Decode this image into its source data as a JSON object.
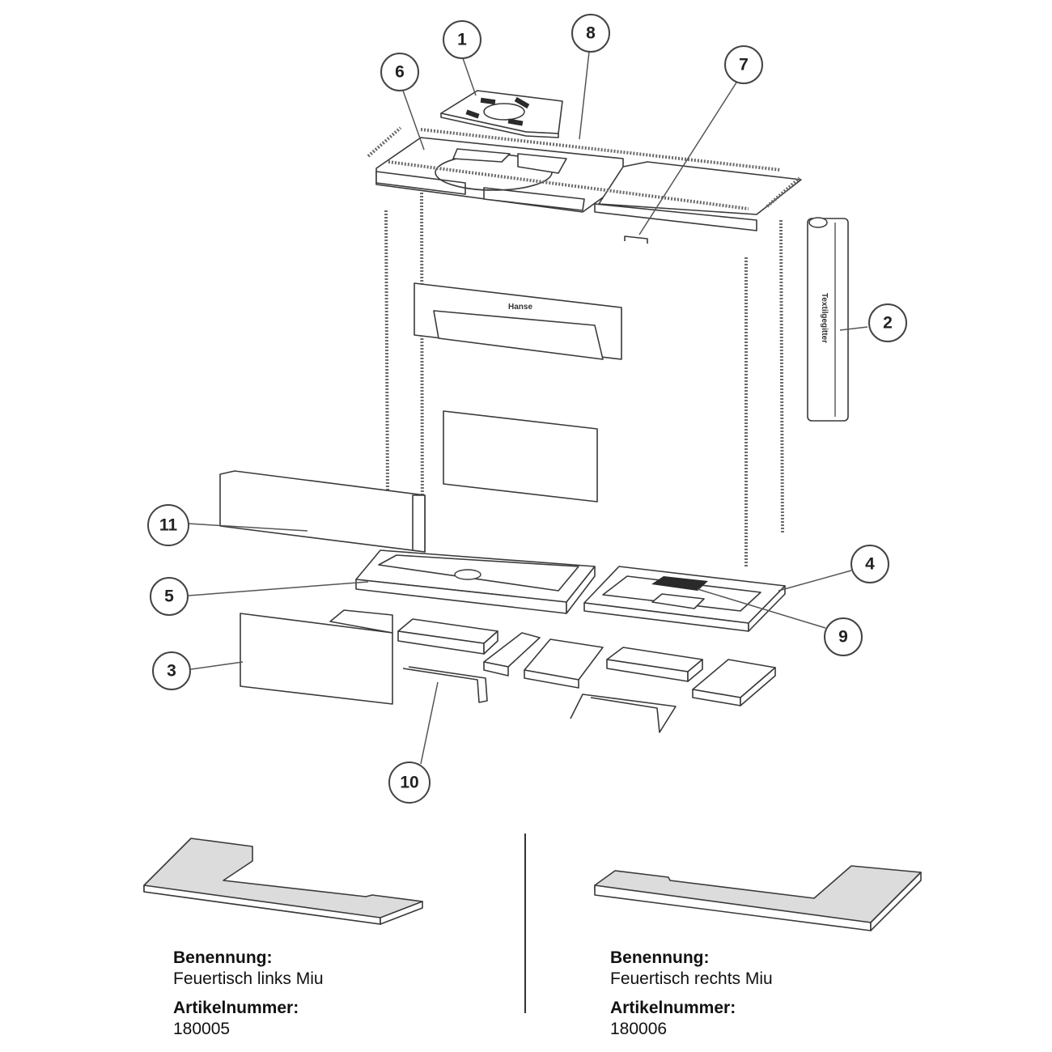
{
  "callouts": [
    "1",
    "2",
    "3",
    "4",
    "5",
    "6",
    "7",
    "8",
    "9",
    "10",
    "11"
  ],
  "plate_label": "Textilgegitter",
  "logo_text": "Hanse",
  "products": [
    {
      "name_label": "Benennung:",
      "name": "Feuertisch links Miu",
      "article_label": "Artikelnummer:",
      "article_number": "180005"
    },
    {
      "name_label": "Benennung:",
      "name": "Feuertisch rechts Miu",
      "article_label": "Artikelnummer:",
      "article_number": "180006"
    }
  ]
}
